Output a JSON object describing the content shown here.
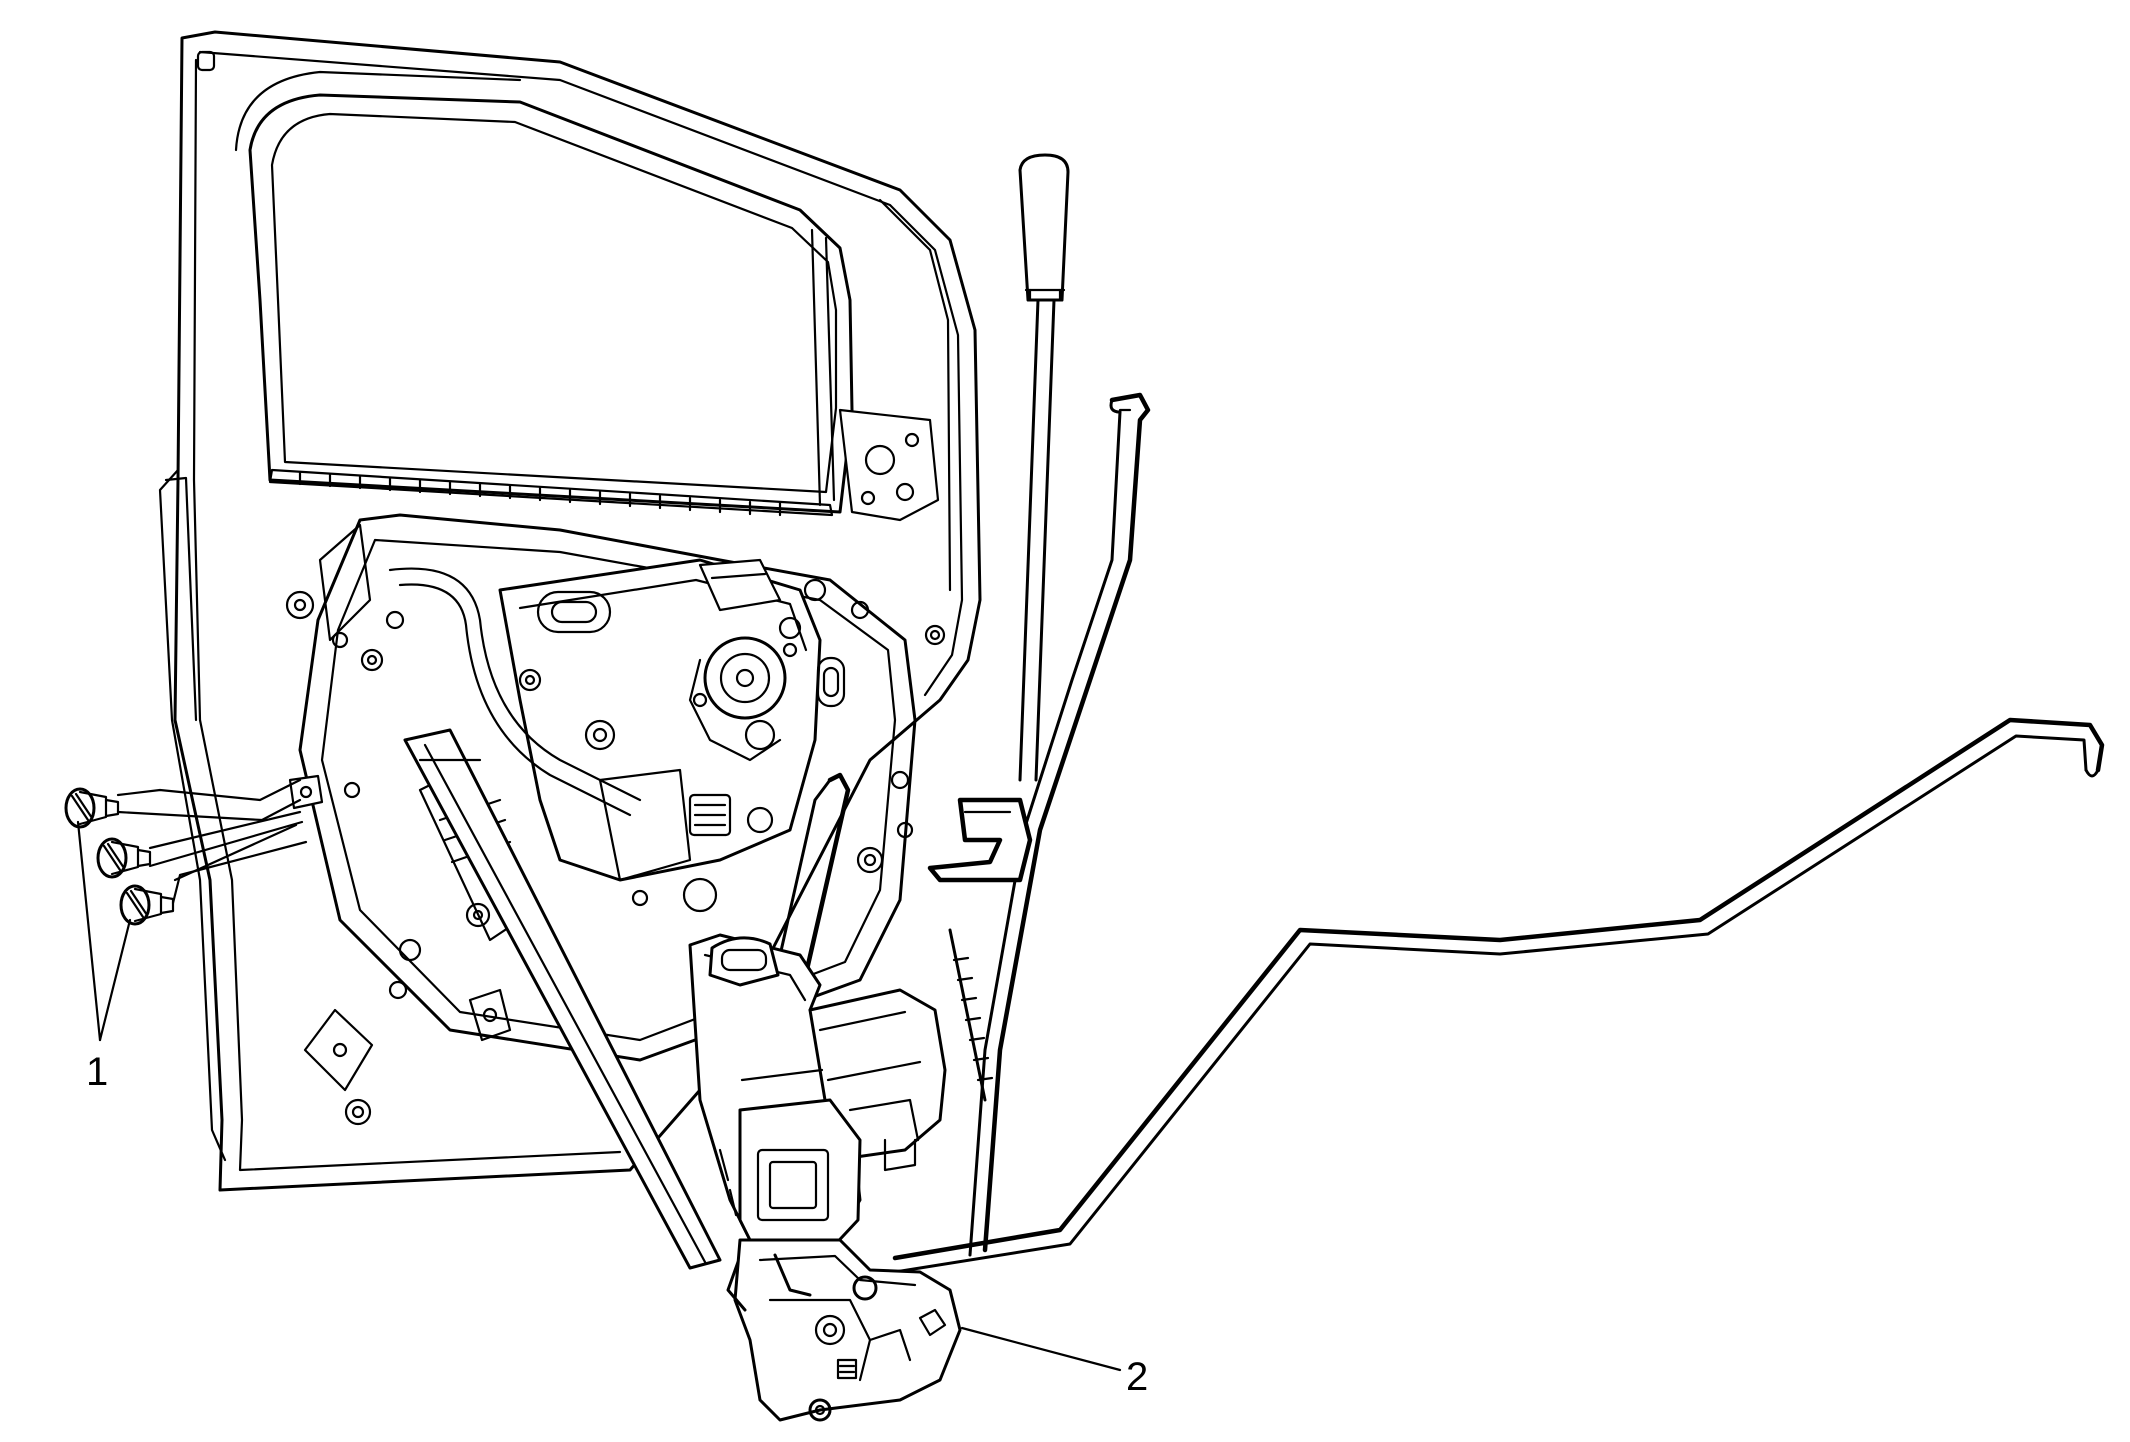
{
  "diagram": {
    "callouts": [
      {
        "id": "1",
        "label": "1",
        "part": "door-latch-bolts"
      },
      {
        "id": "2",
        "label": "2",
        "part": "door-latch"
      }
    ]
  }
}
